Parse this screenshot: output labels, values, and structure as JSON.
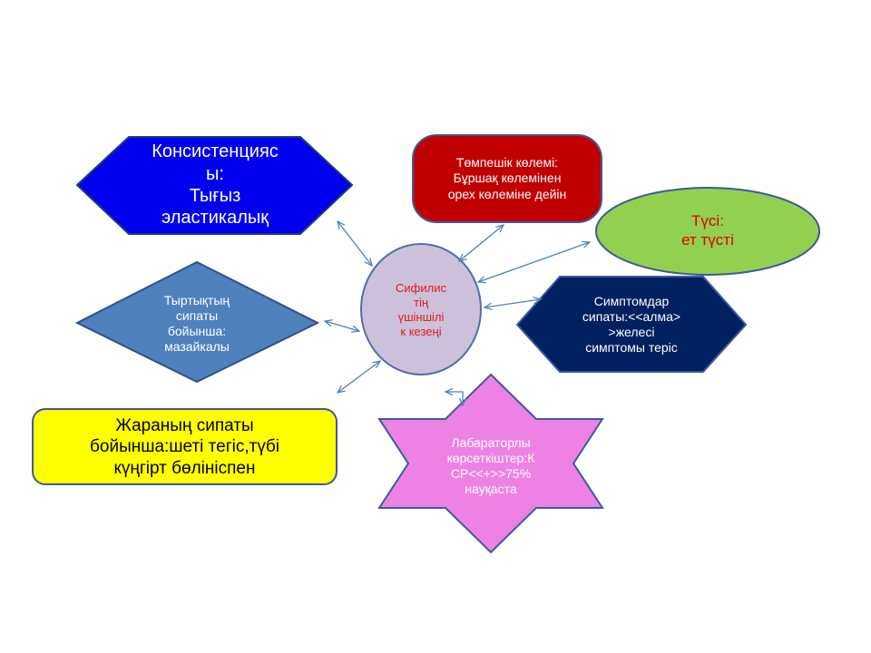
{
  "nodes": {
    "center": {
      "text": "Сифилис\nтің\nүшіншілі\nк кезеңі",
      "fill": "#ccc0da",
      "stroke": "#4f6fa8",
      "color": "#e11b1b"
    },
    "consistency": {
      "text": "Консистенцияс\nы:\nТығыз\nэластикалық",
      "fill": "#0000ee",
      "stroke": "#1f3a7a",
      "color": "#ffffff"
    },
    "nodule_size": {
      "text": "Төмпешік көлемі:\nБұршақ көлемінен\nорех көлеміне дейін",
      "fill": "#c00000",
      "stroke": "#3d5a99",
      "color": "#ffffff"
    },
    "color_node": {
      "text": "Түсі:\nет түсті",
      "fill": "#92d050",
      "stroke": "#3d5a99",
      "color": "#e00000"
    },
    "scar": {
      "text": "Тыртықтың\nсипаты\nбойынша:\nмазайкалы",
      "fill": "#4f81bd",
      "stroke": "#2e5286",
      "color": "#ffffff"
    },
    "symptoms": {
      "text": "Симптомдар\nсипаты:<<алма>\n>желесі\nсимптомы теріс",
      "fill": "#002060",
      "stroke": "#3d5a99",
      "color": "#ffffff"
    },
    "wound": {
      "text": "Жараның сипаты\nбойынша:шеті тегіс,түбі\nкүңгірт бөлініспен",
      "fill": "#ffff00",
      "stroke": "#3d5a99",
      "color": "#000000"
    },
    "lab": {
      "text": "Лабараторлы\nкөрсеткіштер:К\nСР<<+>>75%\nнауқаста",
      "fill": "#ee82e4",
      "stroke": "#3d5a99",
      "color": "#ffffff"
    }
  },
  "connector_color": "#4f81bd"
}
